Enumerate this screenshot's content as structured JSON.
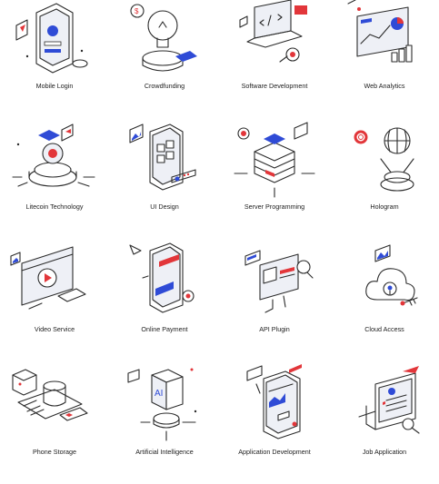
{
  "colors": {
    "accent_blue": "#2f4bd6",
    "accent_red": "#e2363a",
    "stroke": "#2b2b2b"
  },
  "icons": [
    {
      "label": "Mobile Login",
      "icon": "mobile-login-icon"
    },
    {
      "label": "Crowdfunding",
      "icon": "crowdfunding-icon"
    },
    {
      "label": "Software Development",
      "icon": "software-development-icon"
    },
    {
      "label": "Web Analytics",
      "icon": "web-analytics-icon"
    },
    {
      "label": "Litecoin Technology",
      "icon": "litecoin-technology-icon"
    },
    {
      "label": "UI Design",
      "icon": "ui-design-icon"
    },
    {
      "label": "Server Programming",
      "icon": "server-programming-icon"
    },
    {
      "label": "Hologram",
      "icon": "hologram-icon"
    },
    {
      "label": "Video Service",
      "icon": "video-service-icon"
    },
    {
      "label": "Online Payment",
      "icon": "online-payment-icon"
    },
    {
      "label": "API Plugin",
      "icon": "api-plugin-icon"
    },
    {
      "label": "Cloud Access",
      "icon": "cloud-access-icon"
    },
    {
      "label": "Phone Storage",
      "icon": "phone-storage-icon"
    },
    {
      "label": "Artificial Intelligence",
      "icon": "artificial-intelligence-icon"
    },
    {
      "label": "Application Development",
      "icon": "application-development-icon"
    },
    {
      "label": "Job Application",
      "icon": "job-application-icon"
    }
  ]
}
